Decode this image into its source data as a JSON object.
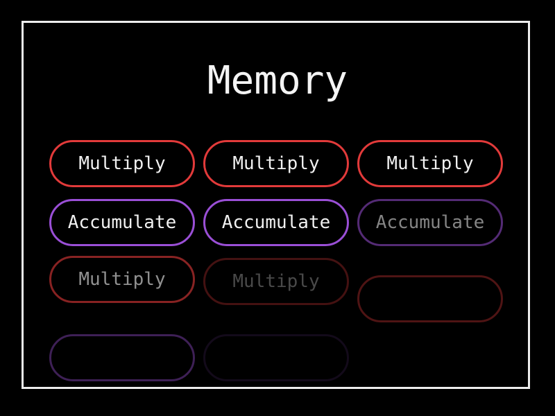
{
  "title": "Memory",
  "colors": {
    "background": "#000000",
    "frame": "#ededed",
    "multiply_border": "#e23a3a",
    "accumulate_border": "#9a4fd6",
    "text": "#f0f0f0"
  },
  "grid": [
    [
      {
        "label": "Multiply",
        "kind": "multiply",
        "opacity": 1.0
      },
      {
        "label": "Multiply",
        "kind": "multiply",
        "opacity": 1.0
      },
      {
        "label": "Multiply",
        "kind": "multiply",
        "opacity": 1.0
      }
    ],
    [
      {
        "label": "Accumulate",
        "kind": "accumulate",
        "opacity": 1.0
      },
      {
        "label": "Accumulate",
        "kind": "accumulate",
        "opacity": 1.0
      },
      {
        "label": "Accumulate",
        "kind": "accumulate",
        "opacity": 0.55
      }
    ],
    [
      {
        "label": "Multiply",
        "kind": "multiply",
        "opacity": 0.6
      },
      {
        "label": "Multiply",
        "kind": "multiply",
        "opacity": 0.3
      },
      {
        "label": "",
        "kind": "multiply",
        "opacity": 0.35
      }
    ],
    [
      {
        "label": "",
        "kind": "accumulate",
        "opacity": 0.4
      },
      {
        "label": "",
        "kind": "accumulate",
        "opacity": 0.12
      }
    ]
  ]
}
